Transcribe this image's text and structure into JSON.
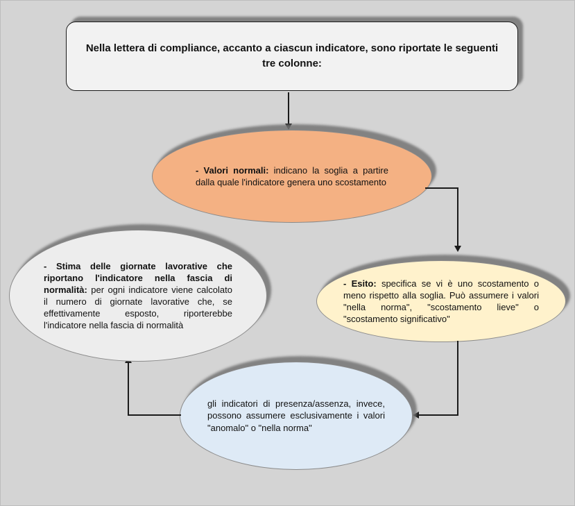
{
  "diagram": {
    "type": "flowchart",
    "background_color": "#d4d4d4",
    "shadow_color": "#737373",
    "title": {
      "text": "Nella lettera di compliance, accanto a ciascun indicatore, sono riportate le seguenti tre colonne:",
      "fill": "#f2f2f2"
    },
    "nodes": {
      "valori": {
        "bold": "- Valori normali:",
        "rest": " indicano la soglia a partire dalla quale l'indicatore genera uno scostamento",
        "fill": "#f4b183"
      },
      "esito": {
        "bold": "- Esito:",
        "rest": " specifica se vi è uno scostamento o meno rispetto alla soglia. Può assumere i valori \"nella norma\", \"scostamento lieve\" o \"scostamento significativo\"",
        "fill": "#fff2cc"
      },
      "stima": {
        "bold": "- Stima delle giornate lavorative che riportano l'indicatore nella fascia di normalità:",
        "rest": " per ogni indicatore viene calcolato il numero di giornate lavorative che, se effettivamente esposto, riporterebbe l'indicatore nella fascia di normalità",
        "fill": "#ededed"
      },
      "presenza": {
        "bold": "",
        "rest": "gli indicatori di presenza/assenza, invece, possono assumere esclusivamente i valori \"anomalo\" o \"nella norma\"",
        "fill": "#deeaf6"
      }
    }
  }
}
